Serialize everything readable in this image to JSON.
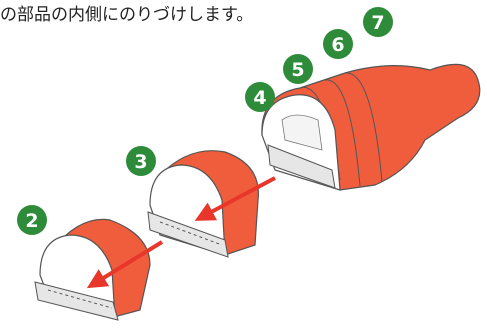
{
  "instruction": "の部品の内側にのりづけします。",
  "steps": [
    "2",
    "3",
    "4",
    "5",
    "6",
    "7"
  ],
  "colors": {
    "badge": "#2e8b3a",
    "part": "#f05d3c",
    "arrow": "#e8372a",
    "paper_edge": "#555555"
  }
}
